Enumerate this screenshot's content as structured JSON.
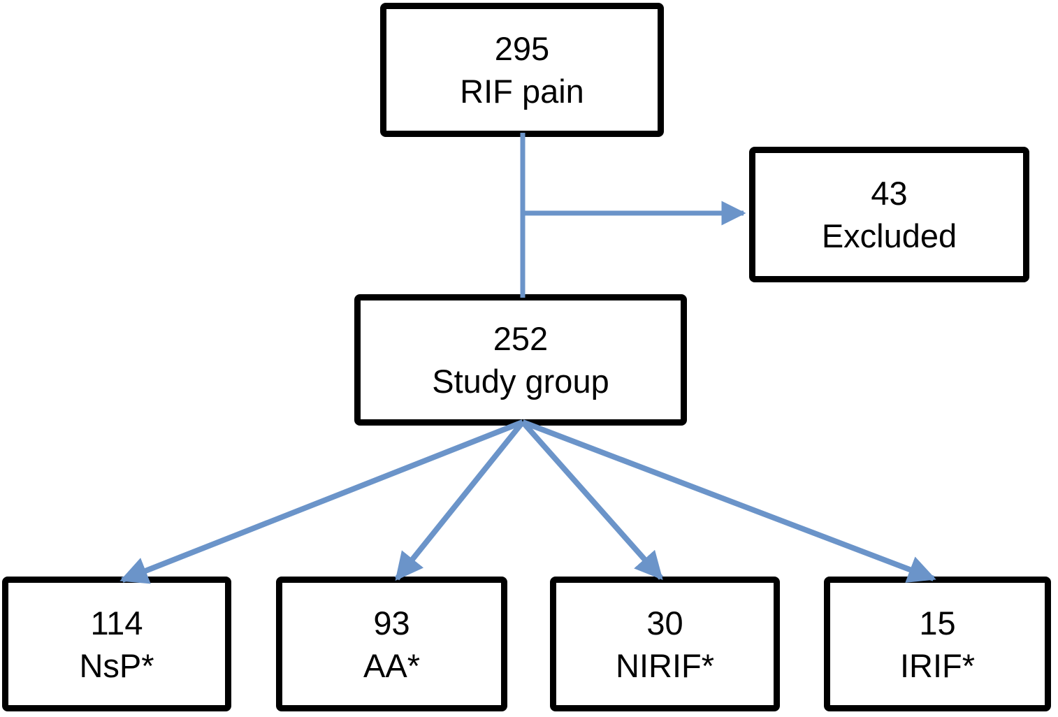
{
  "diagram": {
    "type": "flowchart",
    "nodes": {
      "rif_pain": {
        "value": "295",
        "label": "RIF pain"
      },
      "excluded": {
        "value": "43",
        "label": "Excluded"
      },
      "study_group": {
        "value": "252",
        "label": "Study group"
      },
      "nsp": {
        "value": "114",
        "label": "NsP*"
      },
      "aa": {
        "value": "93",
        "label": "AA*"
      },
      "nirif": {
        "value": "30",
        "label": "NIRIF*"
      },
      "irif": {
        "value": "15",
        "label": "IRIF*"
      }
    },
    "edges": [
      {
        "from": "rif_pain",
        "to": "study_group",
        "arrowhead": false
      },
      {
        "from": "rif_pain",
        "to": "excluded",
        "arrowhead": true
      },
      {
        "from": "study_group",
        "to": "nsp",
        "arrowhead": true
      },
      {
        "from": "study_group",
        "to": "aa",
        "arrowhead": true
      },
      {
        "from": "study_group",
        "to": "nirif",
        "arrowhead": true
      },
      {
        "from": "study_group",
        "to": "irif",
        "arrowhead": true
      }
    ],
    "colors": {
      "arrow": "#6B94C9",
      "box-border": "#000000",
      "box-fill": "#FFFFFF",
      "text": "#000000",
      "background": "#FFFFFF"
    }
  }
}
